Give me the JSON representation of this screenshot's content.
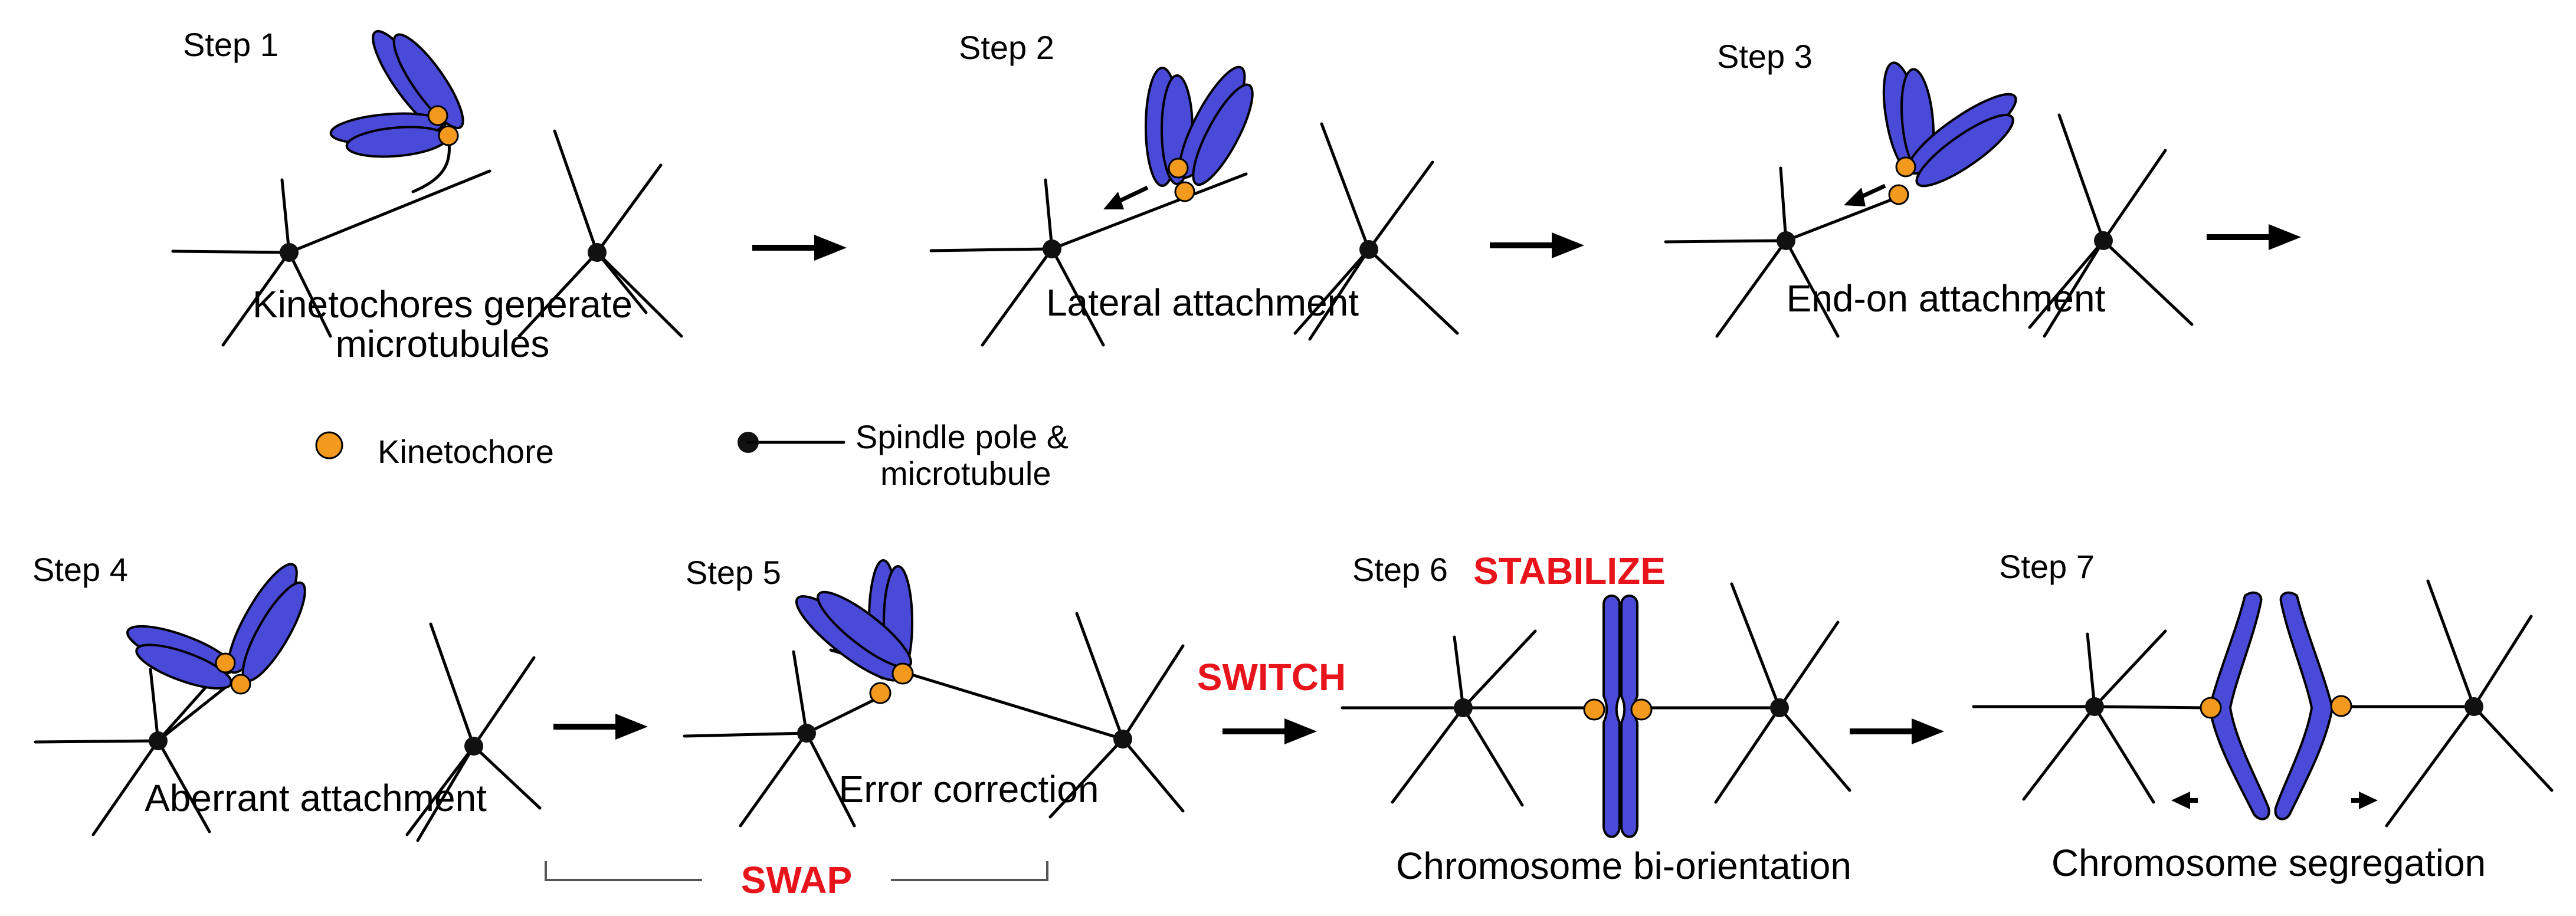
{
  "colors": {
    "chromosome": "#4a4ad8",
    "kinetochore": "#f39a1e",
    "highlight": "#e8141c",
    "pole": "#111111"
  },
  "steps": [
    {
      "label": "Step 1",
      "caption": [
        "Kinetochores generate",
        "microtubules"
      ]
    },
    {
      "label": "Step 2",
      "caption": [
        "Lateral attachment"
      ]
    },
    {
      "label": "Step 3",
      "caption": [
        "End-on attachment"
      ]
    },
    {
      "label": "Step 4",
      "caption": [
        "Aberrant attachment"
      ]
    },
    {
      "label": "Step 5",
      "caption": [
        "Error correction"
      ]
    },
    {
      "label": "Step 6",
      "caption": [
        "Chromosome bi-orientation"
      ]
    },
    {
      "label": "Step 7",
      "caption": [
        "Chromosome segregation"
      ]
    }
  ],
  "legend": {
    "kinetochore": "Kinetochore",
    "spindle": [
      "Spindle pole &",
      "microtubule"
    ]
  },
  "annotations": {
    "swap": "SWAP",
    "switch": "SWITCH",
    "stabilize": "STABILIZE"
  },
  "icons": {
    "arrow": "right-arrow-icon",
    "pole": "spindle-pole-icon",
    "kinetochore": "kinetochore-icon"
  }
}
